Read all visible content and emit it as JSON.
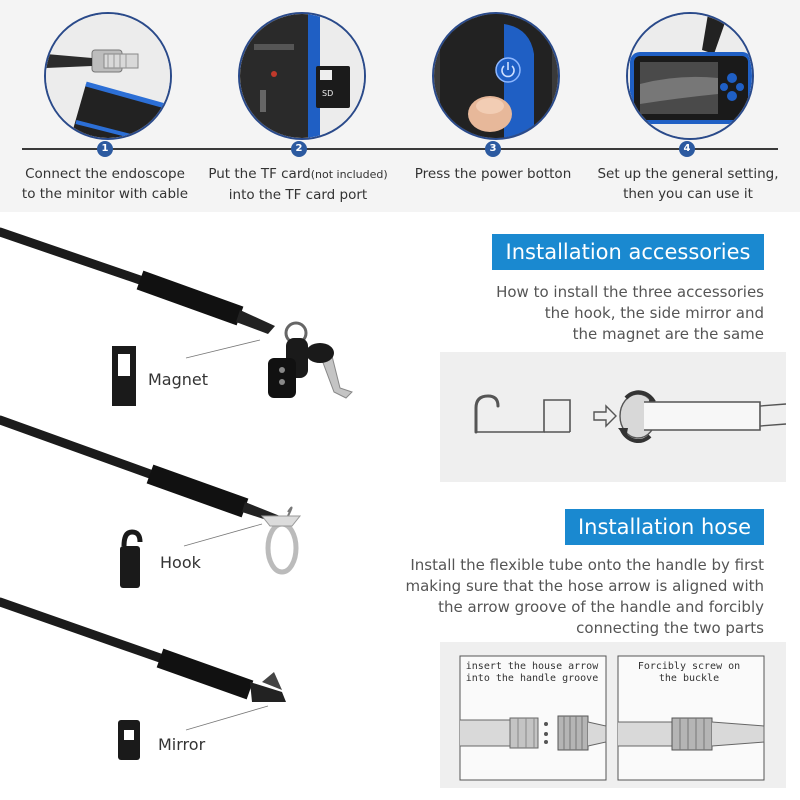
{
  "steps": [
    {
      "num": "1",
      "line1": "Connect the endoscope",
      "line2": "to the minitor with cable"
    },
    {
      "num": "2",
      "line1_main": "Put the TF card",
      "line1_small": "(not included)",
      "line2": "into the TF card port"
    },
    {
      "num": "3",
      "line1": "Press the power botton",
      "line2": ""
    },
    {
      "num": "4",
      "line1": "Set up the general setting,",
      "line2": "then you can use it"
    }
  ],
  "accessories": {
    "title": "Installation accessories",
    "desc": [
      "How to install the three accessories",
      "the hook, the side mirror and",
      "the magnet are the same"
    ],
    "items": [
      {
        "label": "Magnet"
      },
      {
        "label": "Hook"
      },
      {
        "label": "Mirror"
      }
    ]
  },
  "hose": {
    "title": "Installation hose",
    "desc": [
      "Install the flexible tube onto the handle by first",
      "making sure that the hose arrow is aligned with",
      "the arrow groove of the handle and forcibly",
      "connecting the two parts"
    ],
    "notes": [
      {
        "line1": "insert the house arrow",
        "line2": "into the handle groove"
      },
      {
        "line1": "Forcibly screw on",
        "line2": "the buckle"
      }
    ]
  },
  "colors": {
    "accent": "#1a89d0",
    "step_dot": "#2c5aa0",
    "device_blue": "#1f5fc4"
  },
  "icons": [
    "cable-connector-icon",
    "tf-card-icon",
    "power-button-icon",
    "monitor-icon",
    "magnet-icon",
    "hook-icon",
    "mirror-icon",
    "arrow-right-icon",
    "rotate-icon"
  ]
}
